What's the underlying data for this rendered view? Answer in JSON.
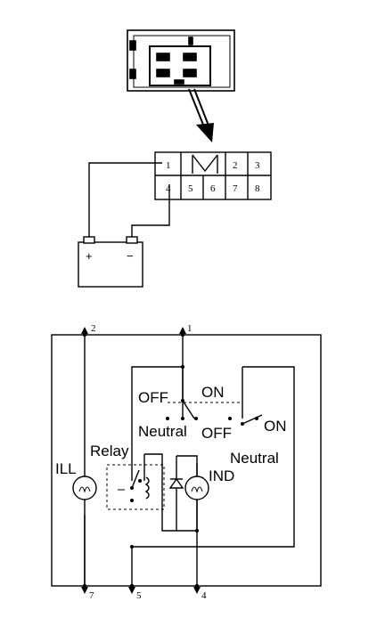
{
  "connector_pins": {
    "top_row": [
      "1",
      "",
      "2",
      "3"
    ],
    "bottom_row": [
      "4",
      "5",
      "6",
      "7",
      "8"
    ]
  },
  "battery": {
    "plus": "+",
    "minus": "−"
  },
  "terminals": {
    "t2": "2",
    "t1": "1",
    "t7": "7",
    "t5": "5",
    "t4": "4"
  },
  "labels": {
    "off_top": "OFF",
    "on_top": "ON",
    "neutral_center": "Neutral",
    "off_switch": "OFF",
    "on_switch": "ON",
    "neutral_right": "Neutral",
    "relay": "Relay",
    "ill": "ILL",
    "ind": "IND"
  }
}
